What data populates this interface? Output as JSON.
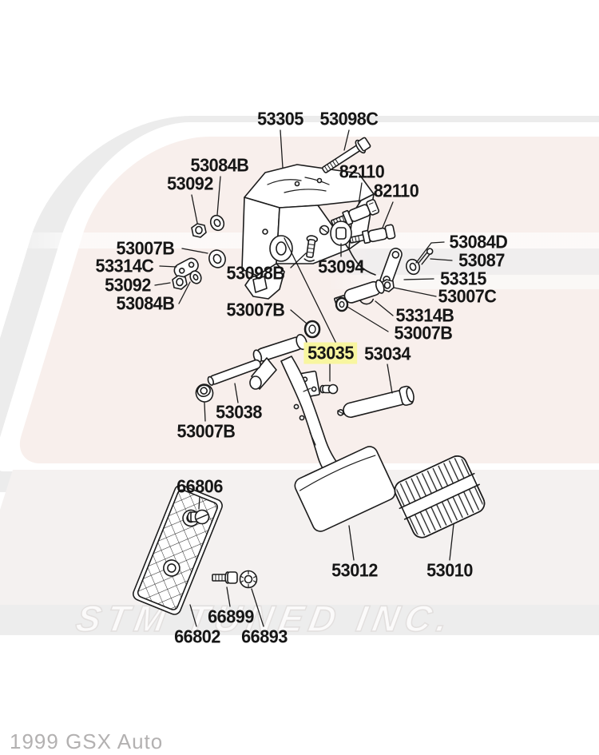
{
  "watermark": {
    "brand_text": "STM TUNED INC."
  },
  "caption": {
    "text": "1999 GSX Auto"
  },
  "diagram": {
    "highlight_color": "#f8f6a0",
    "background_tint": "#f8efec",
    "labels": [
      {
        "part": "53305",
        "highlighted": false
      },
      {
        "part": "53098C",
        "highlighted": false
      },
      {
        "part": "53084B",
        "highlighted": false
      },
      {
        "part": "53092",
        "highlighted": false
      },
      {
        "part": "82110",
        "highlighted": false
      },
      {
        "part": "82110",
        "highlighted": false
      },
      {
        "part": "53007B",
        "highlighted": false
      },
      {
        "part": "53314C",
        "highlighted": false
      },
      {
        "part": "53092",
        "highlighted": false
      },
      {
        "part": "53084B",
        "highlighted": false
      },
      {
        "part": "53098B",
        "highlighted": false
      },
      {
        "part": "53094",
        "highlighted": false
      },
      {
        "part": "53084D",
        "highlighted": false
      },
      {
        "part": "53087",
        "highlighted": false
      },
      {
        "part": "53315",
        "highlighted": false
      },
      {
        "part": "53007C",
        "highlighted": false
      },
      {
        "part": "53314B",
        "highlighted": false
      },
      {
        "part": "53007B",
        "highlighted": false
      },
      {
        "part": "53007B",
        "highlighted": false
      },
      {
        "part": "53035",
        "highlighted": true
      },
      {
        "part": "53034",
        "highlighted": false
      },
      {
        "part": "53038",
        "highlighted": false
      },
      {
        "part": "53007B",
        "highlighted": false
      },
      {
        "part": "66806",
        "highlighted": false
      },
      {
        "part": "53012",
        "highlighted": false
      },
      {
        "part": "53010",
        "highlighted": false
      },
      {
        "part": "66899",
        "highlighted": false
      },
      {
        "part": "66802",
        "highlighted": false
      },
      {
        "part": "66893",
        "highlighted": false
      }
    ]
  }
}
